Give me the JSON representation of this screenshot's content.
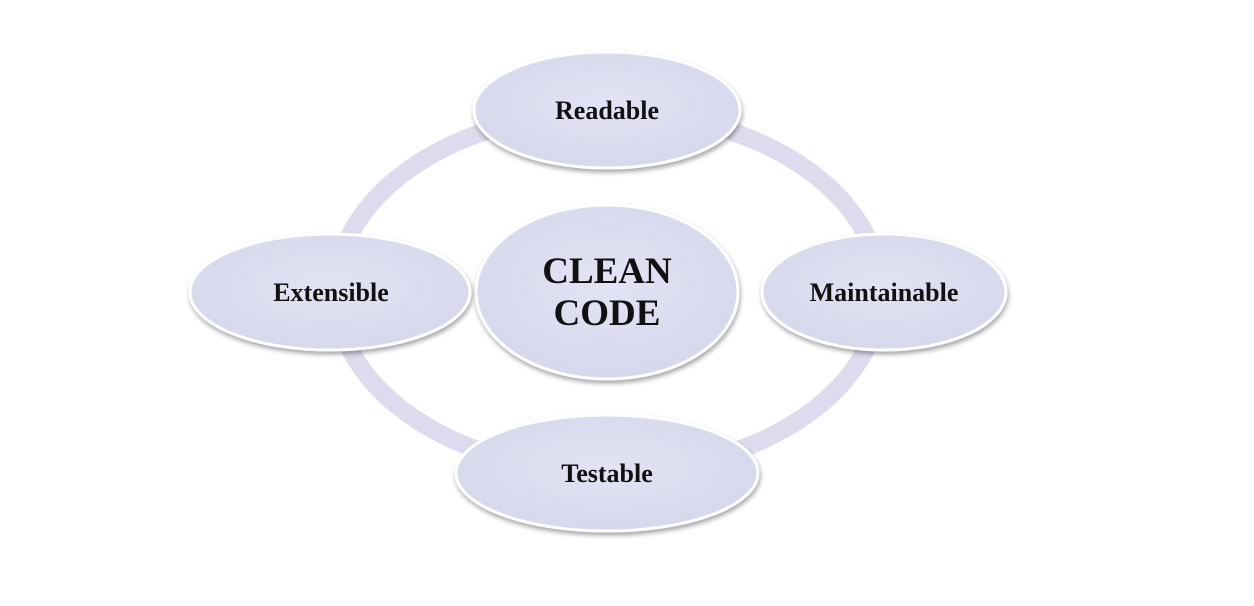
{
  "diagram": {
    "center": {
      "line1": "CLEAN",
      "line2": "CODE"
    },
    "nodes": {
      "top": "Readable",
      "right": "Maintainable",
      "bottom": "Testable",
      "left": "Extensible"
    }
  },
  "colors": {
    "ring": "#dcdcee",
    "ellipse_fill": "#dadbee",
    "ellipse_edge": "#ffffff",
    "text": "#111111",
    "background": "#ffffff"
  }
}
